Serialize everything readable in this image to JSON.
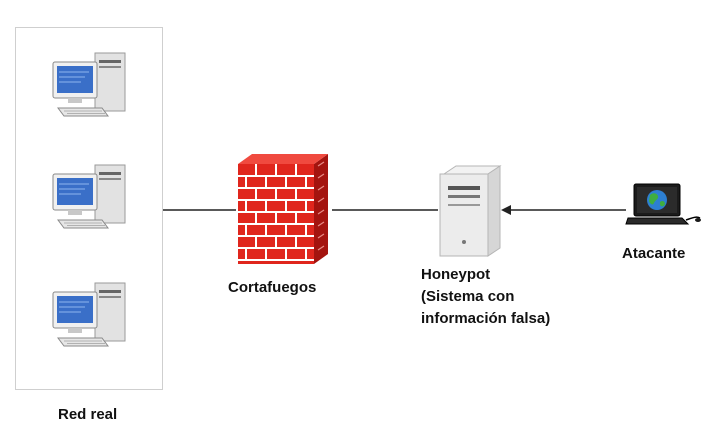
{
  "diagram": {
    "network": {
      "label": "Red real",
      "computers": [
        {
          "icon": "desktop-computer-icon"
        },
        {
          "icon": "desktop-computer-icon"
        },
        {
          "icon": "desktop-computer-icon"
        }
      ]
    },
    "firewall": {
      "label": "Cortafuegos",
      "icon": "firewall-brick-wall-icon",
      "brick_color": "#e0261d",
      "mortar_color": "#ffffff"
    },
    "honeypot": {
      "label_line1": "Honeypot",
      "label_line2": "(Sistema con",
      "label_line3": "información falsa)",
      "icon": "server-tower-icon"
    },
    "attacker": {
      "label": "Atacante",
      "icon": "laptop-globe-icon"
    },
    "connections": [
      {
        "from": "network",
        "to": "firewall",
        "style": "line"
      },
      {
        "from": "firewall",
        "to": "honeypot",
        "style": "line"
      },
      {
        "from": "attacker",
        "to": "honeypot",
        "style": "arrow"
      }
    ],
    "colors": {
      "line": "#222222",
      "screen_blue": "#3a6fc8",
      "case_gray": "#d9d9d9"
    }
  }
}
